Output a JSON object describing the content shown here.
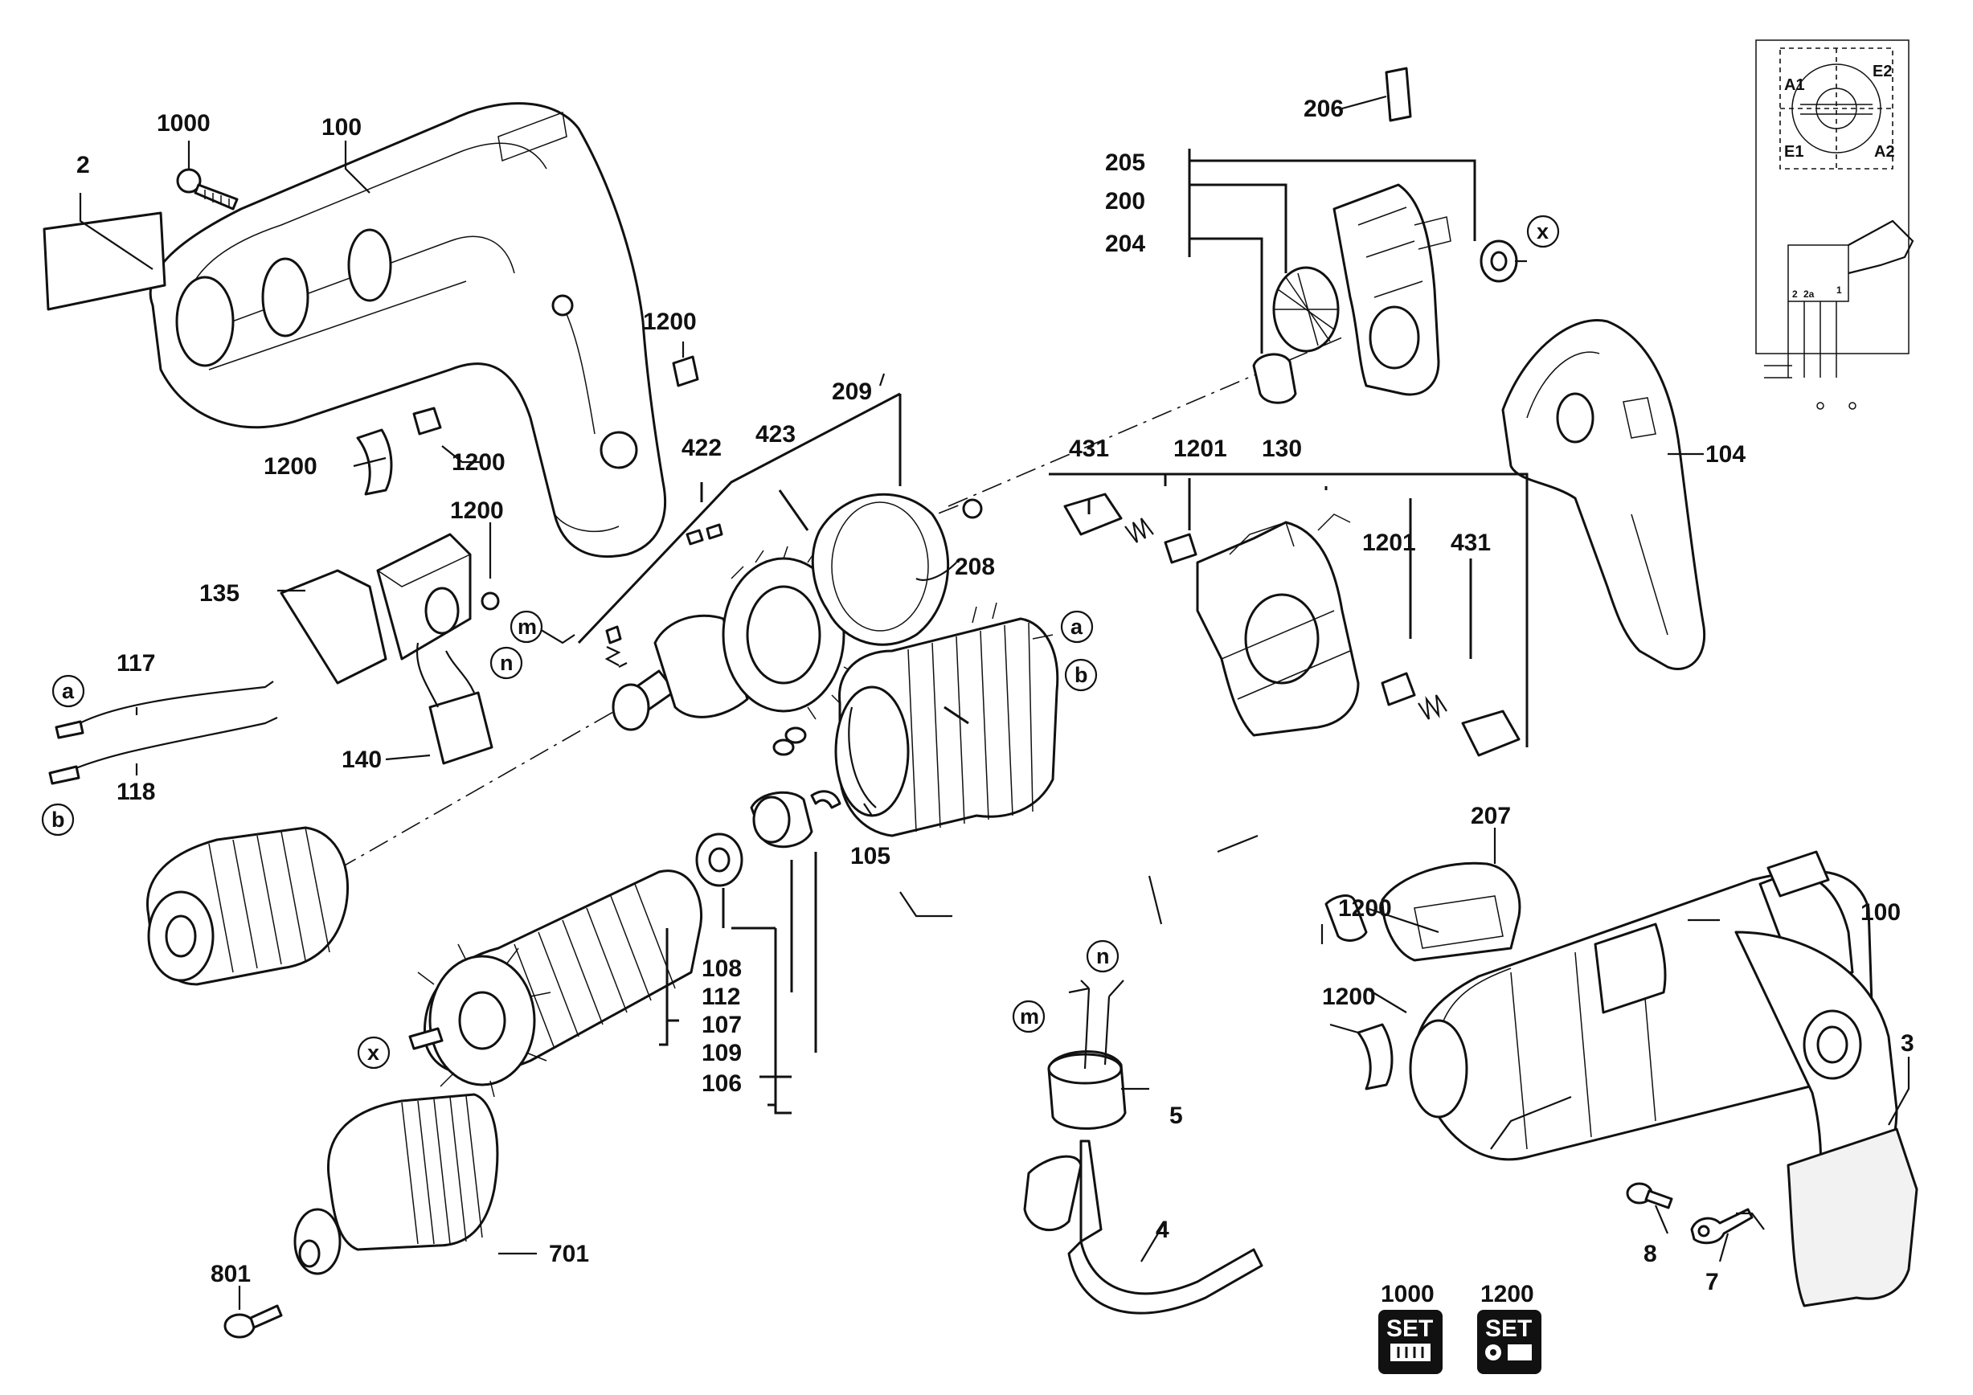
{
  "labels": {
    "l2": "2",
    "l1000_top": "1000",
    "l100_top": "100",
    "l1200_a": "1200",
    "l1200_b": "1200",
    "l1200_c": "1200",
    "l1200_d": "1200",
    "l135": "135",
    "l117": "117",
    "l118": "118",
    "l140": "140",
    "l422": "422",
    "l423": "423",
    "l209": "209",
    "l208": "208",
    "l206": "206",
    "l205": "205",
    "l200": "200",
    "l204": "204",
    "l431_a": "431",
    "l1201_a": "1201",
    "l130": "130",
    "l1201_b": "1201",
    "l431_b": "431",
    "l104": "104",
    "l105": "105",
    "l108": "108",
    "l112": "112",
    "l107": "107",
    "l109": "109",
    "l106": "106",
    "l207": "207",
    "l1200_e": "1200",
    "l1200_f": "1200",
    "l100_bot": "100",
    "l3": "3",
    "l5": "5",
    "l4": "4",
    "l701": "701",
    "l801": "801",
    "l8": "8",
    "l7": "7",
    "l1000_set": "1000",
    "l1200_set": "1200"
  },
  "letters": {
    "a_left": "a",
    "b_left": "b",
    "a_right": "a",
    "b_right": "b",
    "m_top": "m",
    "n_top": "n",
    "m_bot": "m",
    "n_bot": "n",
    "x_top": "x",
    "x_bot": "x"
  },
  "wiring": {
    "a1": "A1",
    "e2": "E2",
    "e1": "E1",
    "a2": "A2",
    "t2": "2",
    "t2a": "2a",
    "t1": "1"
  },
  "badges": {
    "set_1000": "SET",
    "set_1200": "SET"
  }
}
